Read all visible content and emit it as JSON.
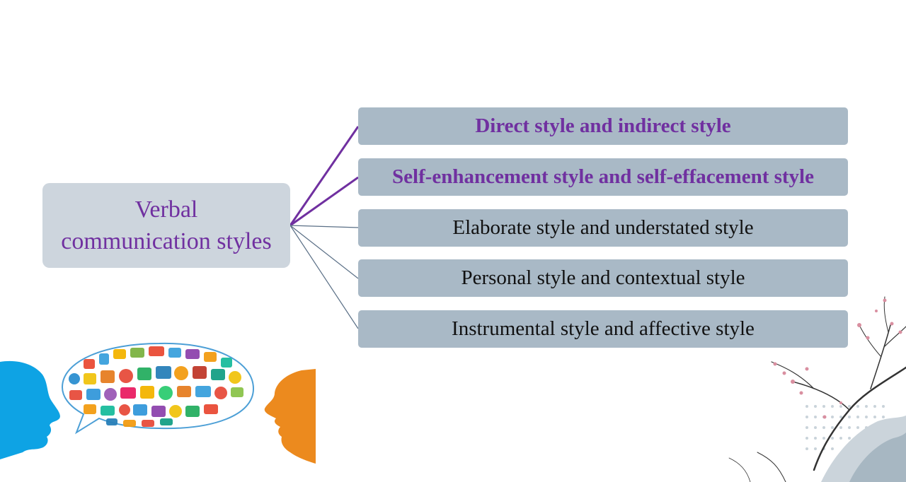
{
  "diagram": {
    "root": {
      "lines": [
        "Verbal",
        "communication styles"
      ]
    },
    "branches": [
      {
        "label": "Direct style and indirect style",
        "highlighted": true
      },
      {
        "label": "Self-enhancement style and  self-effacement style",
        "highlighted": true
      },
      {
        "label": "Elaborate style and understated style",
        "highlighted": false
      },
      {
        "label": "Personal style and contextual style",
        "highlighted": false
      },
      {
        "label": "Instrumental style and affective style",
        "highlighted": false
      }
    ]
  },
  "colors": {
    "root_box": "#cdd5dd",
    "branch_box": "#a9b9c6",
    "accent_purple": "#7030a0",
    "connector_gray": "#5a6f86",
    "left_head": "#0ea3e4",
    "right_head": "#ec8a1e"
  },
  "illustration": {
    "icons": [
      "speech-bubble-icon-cloud",
      "left-head-silhouette",
      "right-head-silhouette",
      "ink-plum-blossom-branch"
    ]
  }
}
